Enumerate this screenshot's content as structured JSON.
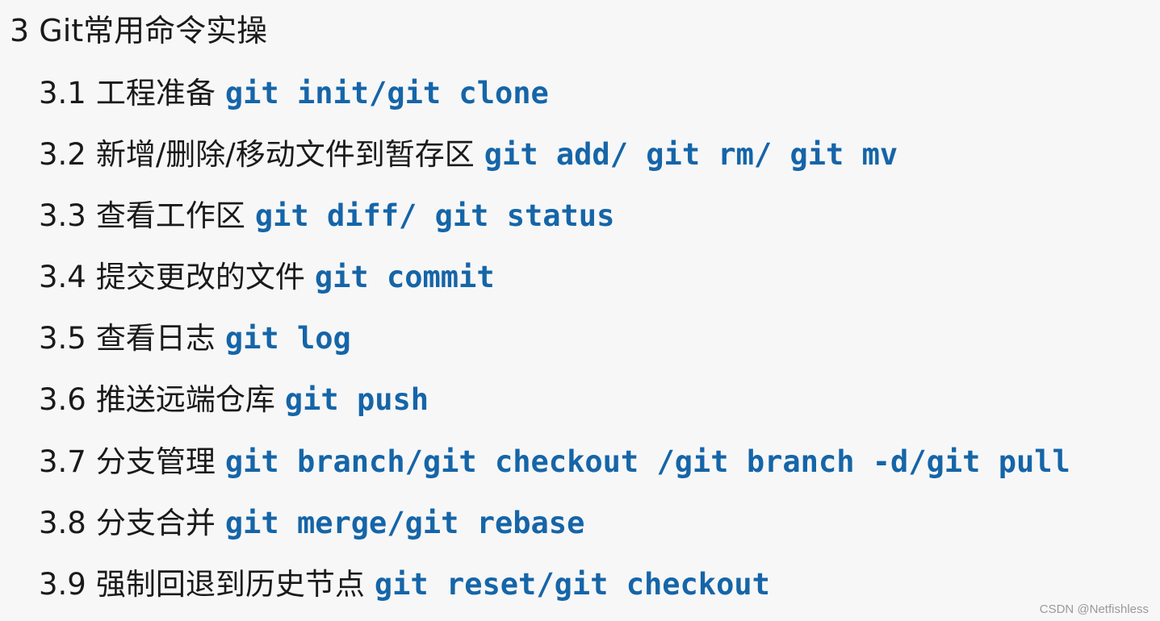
{
  "heading": "3 Git常用命令实操",
  "items": [
    {
      "num": "3.1",
      "cn": "工程准备",
      "cmd": "git init/git clone"
    },
    {
      "num": "3.2",
      "cn": "新增/删除/移动文件到暂存区",
      "cmd": "git add/ git rm/ git mv"
    },
    {
      "num": "3.3",
      "cn": "查看工作区",
      "cmd": "git diff/ git status"
    },
    {
      "num": "3.4",
      "cn": "提交更改的文件",
      "cmd": "git commit"
    },
    {
      "num": "3.5",
      "cn": "查看日志",
      "cmd": "git log"
    },
    {
      "num": "3.6",
      "cn": "推送远端仓库",
      "cmd": "git push"
    },
    {
      "num": "3.7",
      "cn": "分支管理",
      "cmd": "git branch/git checkout /git branch -d/git pull"
    },
    {
      "num": "3.8",
      "cn": "分支合并",
      "cmd": "git merge/git rebase"
    },
    {
      "num": "3.9",
      "cn": "强制回退到历史节点",
      "cmd": "git reset/git checkout"
    }
  ],
  "watermark": "CSDN @Netfishless",
  "colors": {
    "command": "#1565a8",
    "text": "#1a1a1a",
    "background": "#f7f7f7"
  }
}
